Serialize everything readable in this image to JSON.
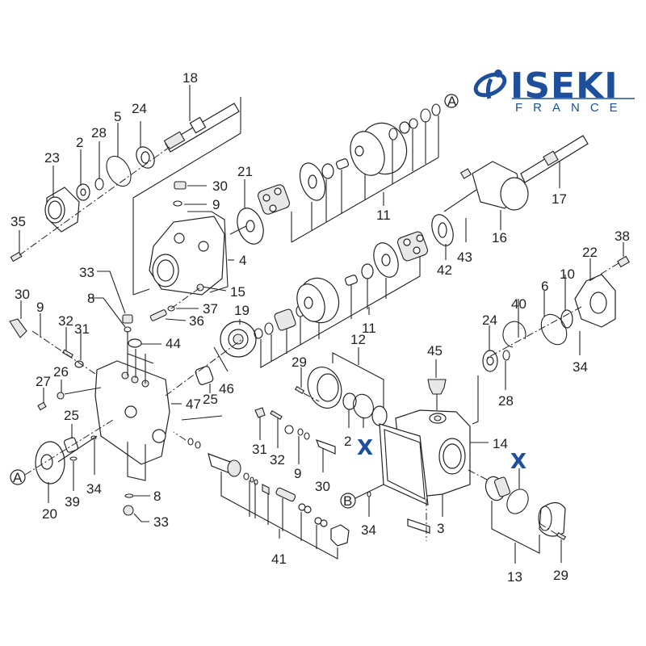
{
  "logo": {
    "brand": "ISEKI",
    "subtitle": "FRANCE",
    "color": "#1d4f9c",
    "icon": "iseki-swirl-icon"
  },
  "markers": {
    "ref_a_top": "A",
    "ref_a_left": "A",
    "ref_b": "B",
    "x_left": "X",
    "x_right": "X",
    "x_color": "#1f4fa0"
  },
  "callouts": {
    "c18": "18",
    "c24a": "24",
    "c5": "5",
    "c28a": "28",
    "c2a": "2",
    "c23": "23",
    "c35": "35",
    "c21": "21",
    "c30a": "30",
    "c9a": "9",
    "c4": "4",
    "c11a": "11",
    "c17": "17",
    "c16": "16",
    "c42": "42",
    "c43": "43",
    "c38": "38",
    "c22": "22",
    "c10": "10",
    "c6": "6",
    "c40": "40",
    "c24b": "24",
    "c28b": "28",
    "c34a": "34",
    "c33a": "33",
    "c8a": "8",
    "c37": "37",
    "c36": "36",
    "c15": "15",
    "c19": "19",
    "c11b": "11",
    "c30b": "30",
    "c9b": "9",
    "c32a": "32",
    "c31a": "31",
    "c44": "44",
    "c26": "26",
    "c27": "27",
    "c25a": "25",
    "c25b": "25",
    "c46": "46",
    "c47": "47",
    "c29a": "29",
    "c12": "12",
    "c45": "45",
    "c2b": "2",
    "c14": "14",
    "c31b": "31",
    "c32b": "32",
    "c9c": "9",
    "c30c": "30",
    "c34b": "34",
    "c34c": "34",
    "c20": "20",
    "c39": "39",
    "c8b": "8",
    "c33b": "33",
    "c41": "41",
    "c3": "3",
    "c13": "13",
    "c29b": "29"
  }
}
